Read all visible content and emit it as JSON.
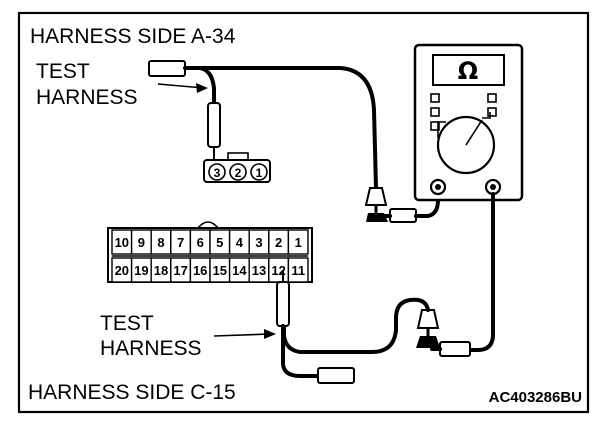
{
  "labels": {
    "top_title": "HARNESS SIDE A-34",
    "top_test": "TEST",
    "top_harness": "HARNESS",
    "bottom_test": "TEST",
    "bottom_harness": "HARNESS",
    "bottom_title": "HARNESS SIDE C-15",
    "figure_code": "AC403286BU"
  },
  "meter": {
    "symbol": "Ω"
  },
  "connector_a34": {
    "pins": [
      "3",
      "2",
      "1"
    ]
  },
  "connector_c15": {
    "row1": [
      "10",
      "9",
      "8",
      "7",
      "6",
      "5",
      "4",
      "3",
      "2",
      "1"
    ],
    "row2": [
      "20",
      "19",
      "18",
      "17",
      "16",
      "15",
      "14",
      "13",
      "12",
      "11"
    ]
  }
}
